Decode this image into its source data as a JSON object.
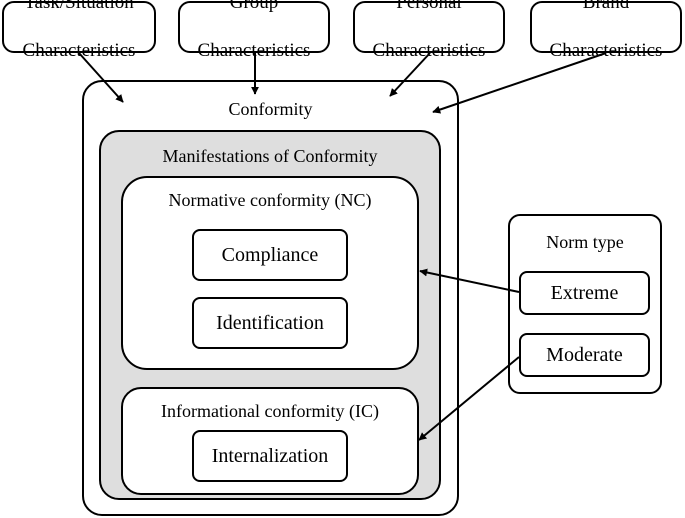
{
  "factors": [
    {
      "line1": "Task/Situation",
      "line2": "Characteristics"
    },
    {
      "line1": "Group",
      "line2": "Characteristics"
    },
    {
      "line1": "Personal",
      "line2": "Characteristics"
    },
    {
      "line1": "Brand",
      "line2": "Characteristics"
    }
  ],
  "conformity": {
    "title": "Conformity",
    "manifestations": {
      "title": "Manifestations of Conformity",
      "normative": {
        "title": "Normative conformity (NC)",
        "items": [
          "Compliance",
          "Identification"
        ]
      },
      "informational": {
        "title": "Informational conformity (IC)",
        "items": [
          "Internalization"
        ]
      }
    }
  },
  "norm_type": {
    "title": "Norm type",
    "items": [
      "Extreme",
      "Moderate"
    ]
  }
}
